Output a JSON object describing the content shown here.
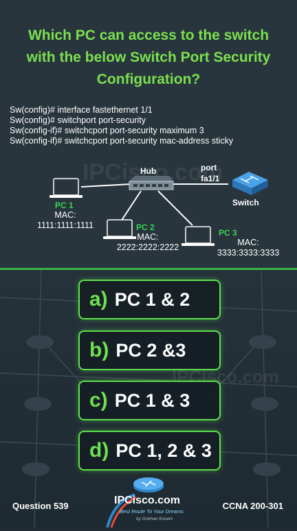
{
  "question": {
    "title_lines": [
      "Which PC can access to the switch",
      "with the below Switch Port Security",
      "Configuration?"
    ],
    "config_lines": [
      "Sw(config)# interface fastethernet 1/1",
      "Sw(config)# switchport port-security",
      "Sw(config-if)# switchcport port-security maximum 3",
      "Sw(config-if)# switchcport port-security mac-address sticky"
    ]
  },
  "topology": {
    "hub_label": "Hub",
    "port_label_line1": "port",
    "port_label_line2": "fa1/1",
    "switch_label": "Switch",
    "pcs": [
      {
        "name": "PC 1",
        "mac_label": "MAC:",
        "mac": "1111:1111:1111"
      },
      {
        "name": "PC 2",
        "mac_label": "MAC:",
        "mac": "2222:2222:2222"
      },
      {
        "name": "PC 3",
        "mac_label": "MAC:",
        "mac": "3333:3333:3333"
      }
    ],
    "watermark": "IPCisco.com"
  },
  "answers": [
    {
      "letter": "a)",
      "text": "PC 1 & 2"
    },
    {
      "letter": "b)",
      "text": "PC 2 &3"
    },
    {
      "letter": "c)",
      "text": "PC 1 & 3"
    },
    {
      "letter": "d)",
      "text": "PC 1, 2 & 3"
    }
  ],
  "footer": {
    "question_number": "Question 539",
    "exam": "CCNA 200-301",
    "logo_name": "IPCisco.com",
    "logo_tagline": "Best Route To Your Dreams",
    "logo_author": "by Gokhan Kosem"
  },
  "colors": {
    "accent_green": "#6fe050",
    "panel_bg": "#28353c",
    "switch_blue": "#3a8fd6"
  }
}
